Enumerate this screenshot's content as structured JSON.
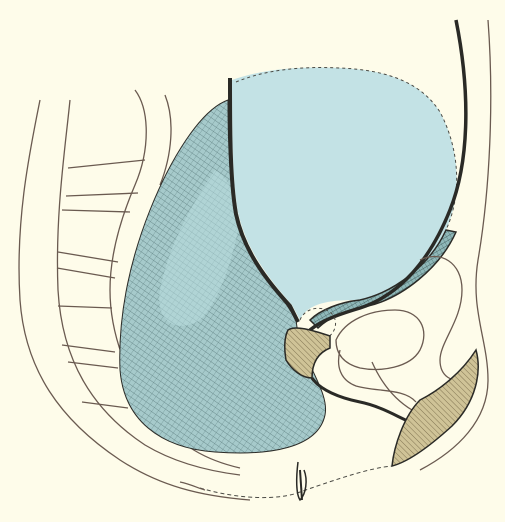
{
  "figure": {
    "colors": {
      "background": "#fefcea",
      "ink": "#2a2a26",
      "thin_line": "#6a5a50",
      "cyst_fill": "#bfe0e4",
      "hatch_fill": "#9fc6c8",
      "tan_fill": "#c9bd8e"
    },
    "parts": [
      {
        "name": "sacrum-vertebrae",
        "style": "outline"
      },
      {
        "name": "large-cyst",
        "style": "hatched"
      },
      {
        "name": "uterus",
        "style": "plain-blue"
      },
      {
        "name": "bladder",
        "style": "outline"
      },
      {
        "name": "pubic-symphysis",
        "style": "tan-hatched"
      },
      {
        "name": "cervix",
        "style": "tan-hatched"
      }
    ]
  }
}
